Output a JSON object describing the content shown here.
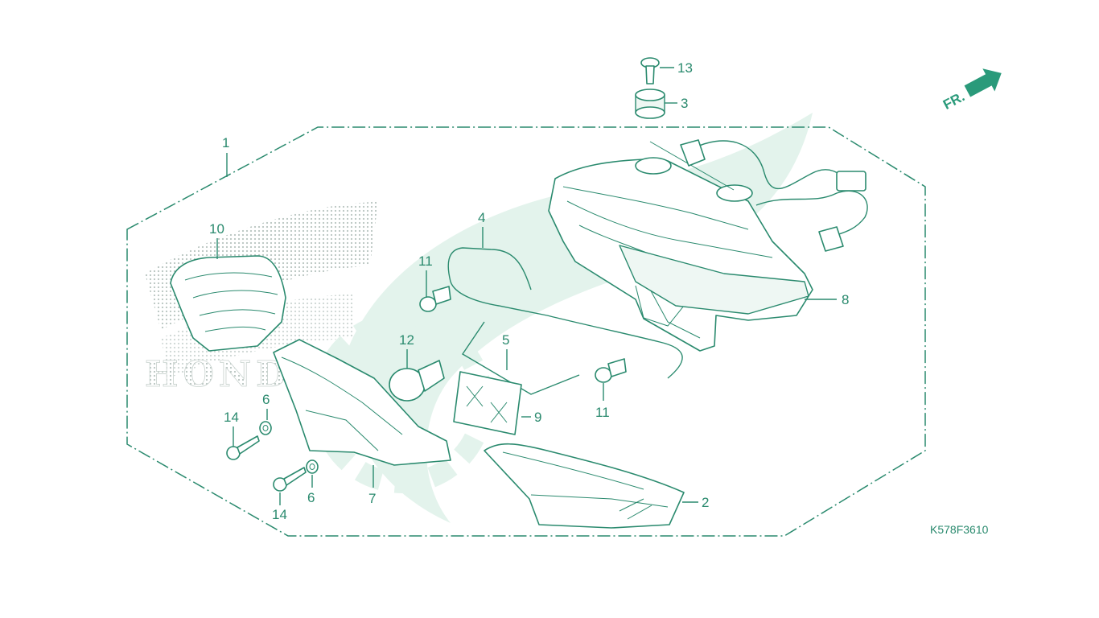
{
  "diagram": {
    "drawing_code": "K578F3610",
    "direction_mark": "FR.",
    "brand_watermark": "HONDA",
    "callouts": [
      {
        "id": "c1",
        "label": "1"
      },
      {
        "id": "c2",
        "label": "2"
      },
      {
        "id": "c3",
        "label": "3"
      },
      {
        "id": "c4",
        "label": "4"
      },
      {
        "id": "c5",
        "label": "5"
      },
      {
        "id": "c6a",
        "label": "6"
      },
      {
        "id": "c6b",
        "label": "6"
      },
      {
        "id": "c7",
        "label": "7"
      },
      {
        "id": "c8",
        "label": "8"
      },
      {
        "id": "c9",
        "label": "9"
      },
      {
        "id": "c10",
        "label": "10"
      },
      {
        "id": "c11a",
        "label": "11"
      },
      {
        "id": "c11b",
        "label": "11"
      },
      {
        "id": "c12",
        "label": "12"
      },
      {
        "id": "c13",
        "label": "13"
      },
      {
        "id": "c14a",
        "label": "14"
      },
      {
        "id": "c14b",
        "label": "14"
      }
    ],
    "colors": {
      "line": "#2a8a6e",
      "watermark": "#cfe9df",
      "dots": "#b8c4c0"
    }
  }
}
